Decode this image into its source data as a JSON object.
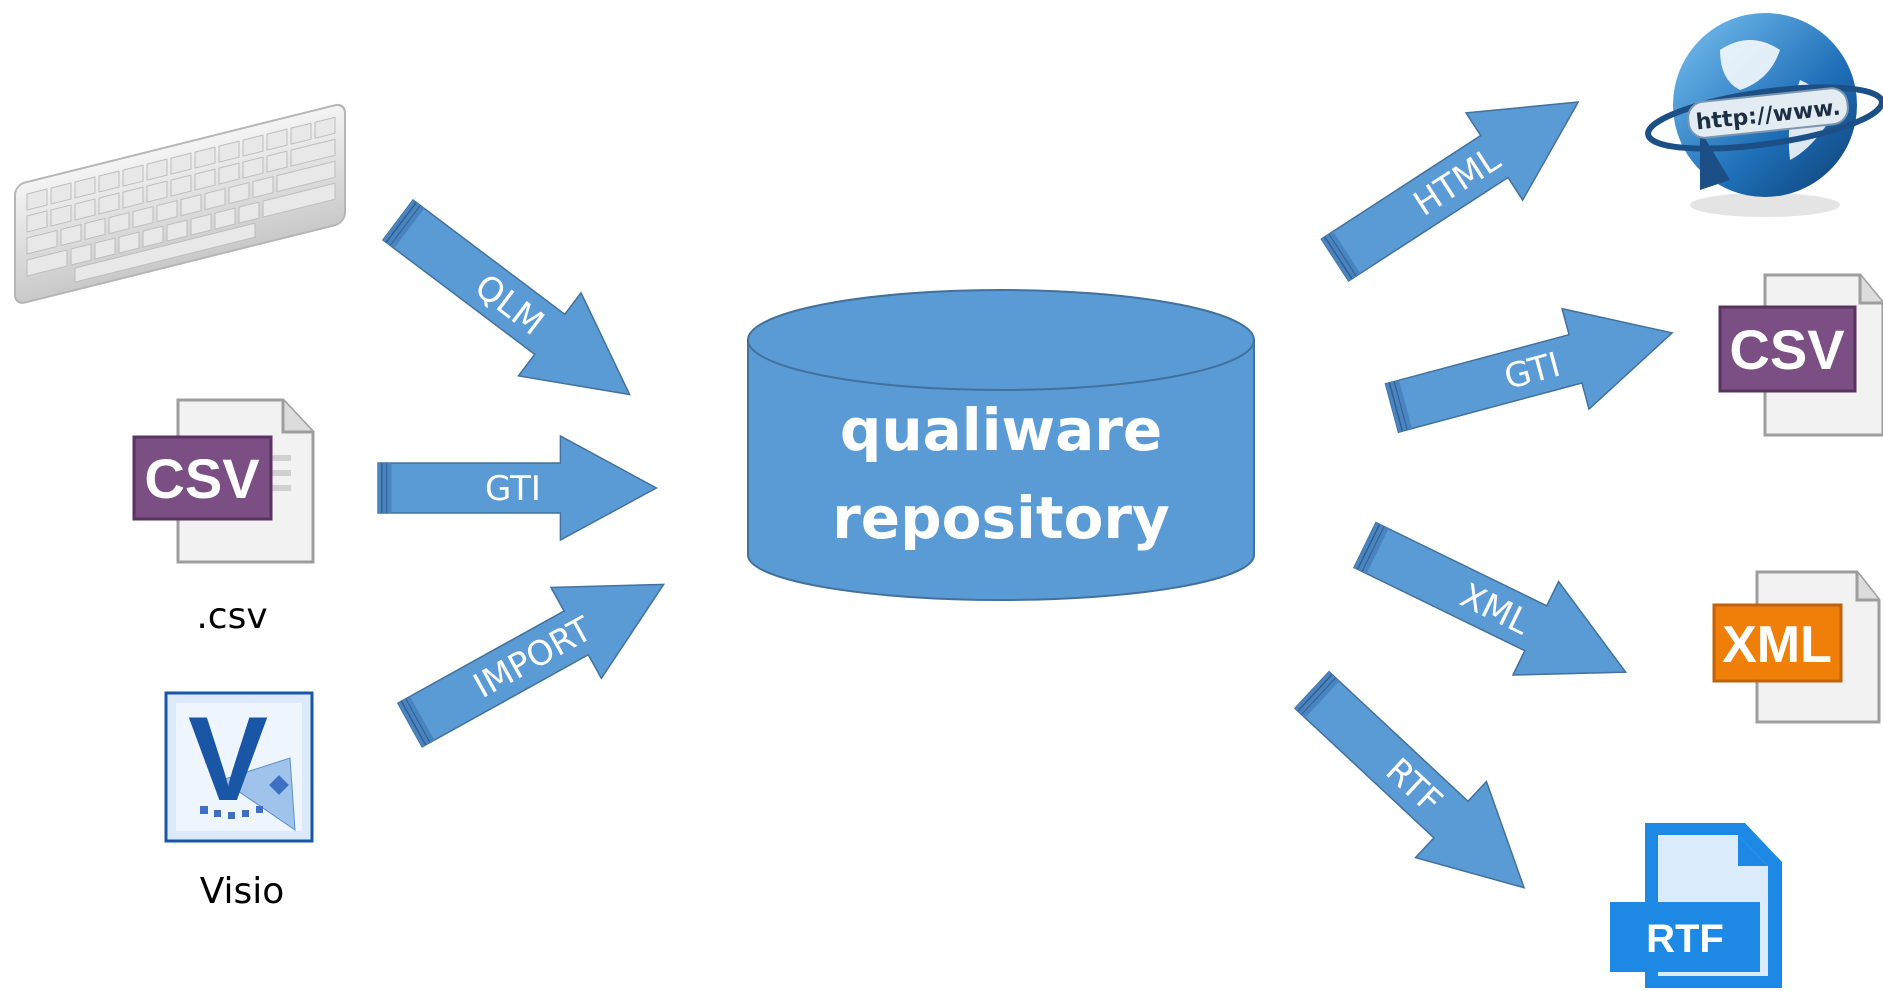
{
  "repository": {
    "line1": "qualiware",
    "line2": "repository"
  },
  "inputs": {
    "arrows": {
      "qlm": "QLM",
      "gti": "GTI",
      "import": "IMPORT"
    },
    "csv_caption": ".csv",
    "visio_caption": "Visio",
    "csv_badge": "CSV",
    "visio_letter": "V"
  },
  "outputs": {
    "arrows": {
      "html": "HTML",
      "gti": "GTI",
      "xml": "XML",
      "rtf": "RTF"
    },
    "web_text": "http://www.",
    "csv_badge": "CSV",
    "xml_badge": "XML",
    "rtf_badge": "RTF"
  },
  "colors": {
    "arrow_fill": "#5b9bd5",
    "arrow_stroke": "#41719c",
    "csv_badge": "#7b4f83",
    "xml_badge": "#f07f0a",
    "rtf_doc": "#1e88e5",
    "visio": "#1a56a6"
  }
}
